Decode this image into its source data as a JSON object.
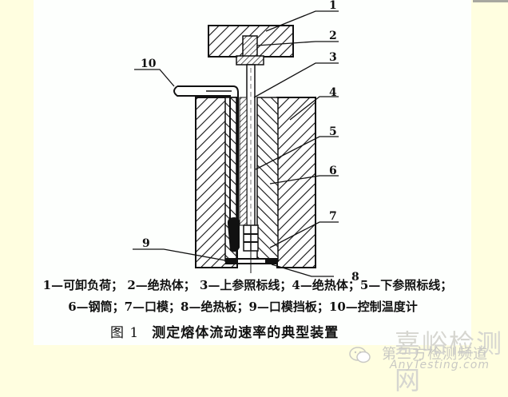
{
  "figure": {
    "callouts": [
      "1",
      "2",
      "3",
      "4",
      "5",
      "6",
      "7",
      "8",
      "9",
      "10"
    ],
    "legend_line_1": "1—可卸负荷； 2—绝热体； 3—上参照标线；4—绝热体；5—下参照标线；",
    "legend_line_2": "6—钢筒；7—口模；8—绝热板；9—口模挡板；10—控制温度计",
    "caption_number": "图 1",
    "caption_title": "测定熔体流动速率的典型装置"
  },
  "watermark": {
    "brand": "嘉峪检测网",
    "channel": "第三方检测频道",
    "url": "AnyTesting.com",
    "icon": "wechat-icon"
  },
  "colors": {
    "background": "#fffee0",
    "panel": "#fdfffd",
    "ink": "#111111",
    "watermark": "#c9c9c4"
  }
}
